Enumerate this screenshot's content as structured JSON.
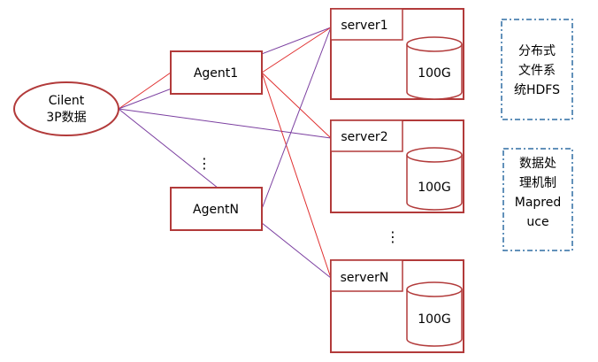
{
  "client": {
    "line1": "Cilent",
    "line2": "3P数据"
  },
  "agents": [
    {
      "label": "Agent1"
    },
    {
      "label": "AgentN"
    }
  ],
  "agents_ellipsis": "⋮",
  "servers": [
    {
      "label": "server1",
      "disk": "100G"
    },
    {
      "label": "server2",
      "disk": "100G"
    },
    {
      "label": "serverN",
      "disk": "100G"
    }
  ],
  "servers_ellipsis": "⋮",
  "notes": {
    "hdfs": {
      "lines": [
        "分布式",
        "文件系",
        "统HDFS"
      ]
    },
    "mapreduce": {
      "lines": [
        "数据处",
        "理机制",
        "Mapred",
        "uce"
      ]
    }
  },
  "colors": {
    "box_border": "#b23a3a",
    "red_line": "#e03030",
    "purple_line": "#7b3fa0",
    "note_border": "#2e6da4"
  }
}
